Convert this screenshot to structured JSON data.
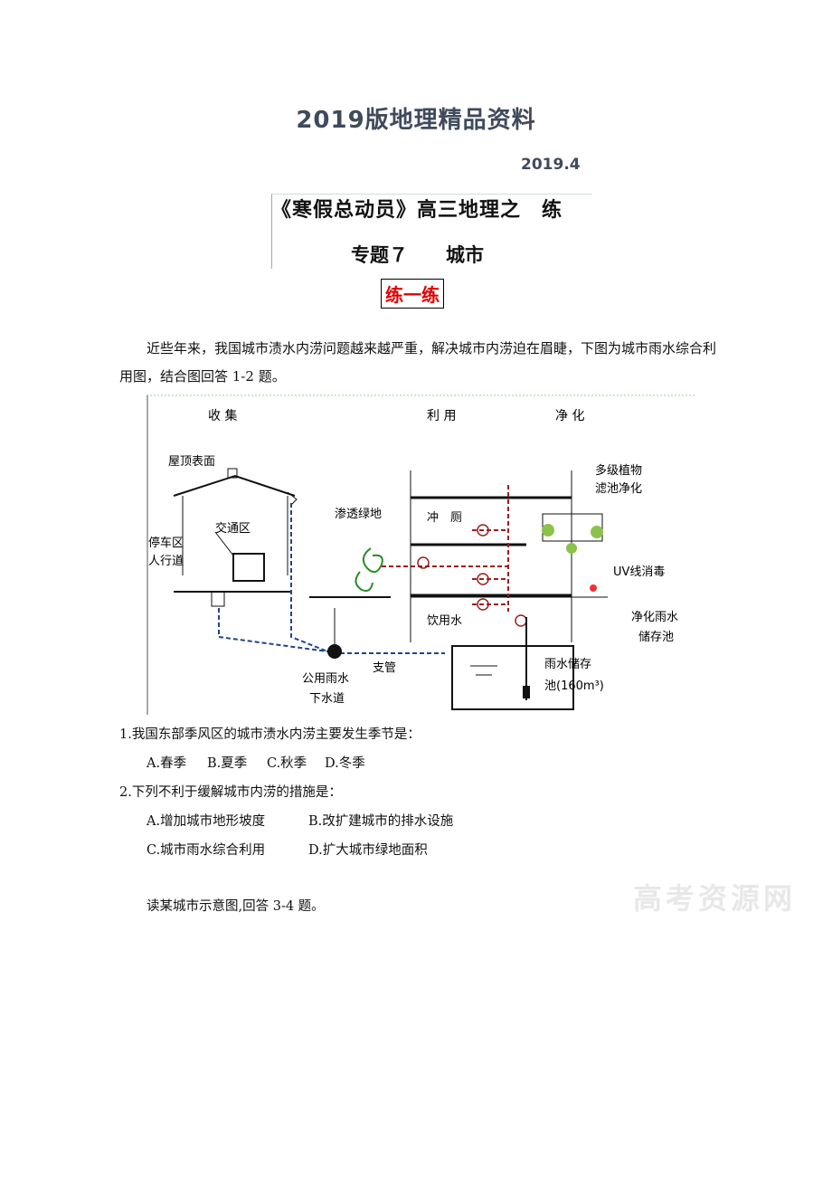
{
  "header": {
    "title": "2019版地理精品资料",
    "date": "2019.4",
    "series_title": "《寒假总动员》高三地理之　练",
    "topic_title": "专题７　　城市",
    "practice_badge": "练一练"
  },
  "intro": "近些年来，我国城市渍水内涝问题越来越严重，解决城市内涝迫在眉睫，下图为城市雨水综合利用图，结合图回答 1-2 题。",
  "figure": {
    "headers": {
      "collect": "收 集",
      "use": "利 用",
      "purify": "净 化"
    },
    "labels": {
      "roof": "屋顶表面",
      "traffic": "交通区",
      "parking": "停车区",
      "sidewalk": "人行道",
      "green": "渗透绿地",
      "toilet": "冲　厕",
      "drinking": "饮用水",
      "plants_1": "多级植物",
      "plants_2": "滤池净化",
      "uv": "UV线消毒",
      "purified_1": "净化雨水",
      "purified_2": "储存池",
      "sewer_1": "公用雨水",
      "sewer_2": "下水道",
      "branch": "支管",
      "tank_1": "雨水储存",
      "tank_2": "池(160m³)"
    }
  },
  "questions": [
    {
      "stem": "1.我国东部季风区的城市渍水内涝主要发生季节是：",
      "options": [
        "A.春季",
        "B.夏季",
        "C.秋季",
        "D.冬季"
      ]
    },
    {
      "stem": "2.下列不利于缓解城市内涝的措施是：",
      "options": [
        "A.增加城市地形坡度",
        "B.改扩建城市的排水设施",
        "C.城市雨水综合利用",
        "D.扩大城市绿地面积"
      ]
    }
  ],
  "next_prompt": "读某城市示意图,回答 3-4 题。",
  "watermark": "高考资源网"
}
